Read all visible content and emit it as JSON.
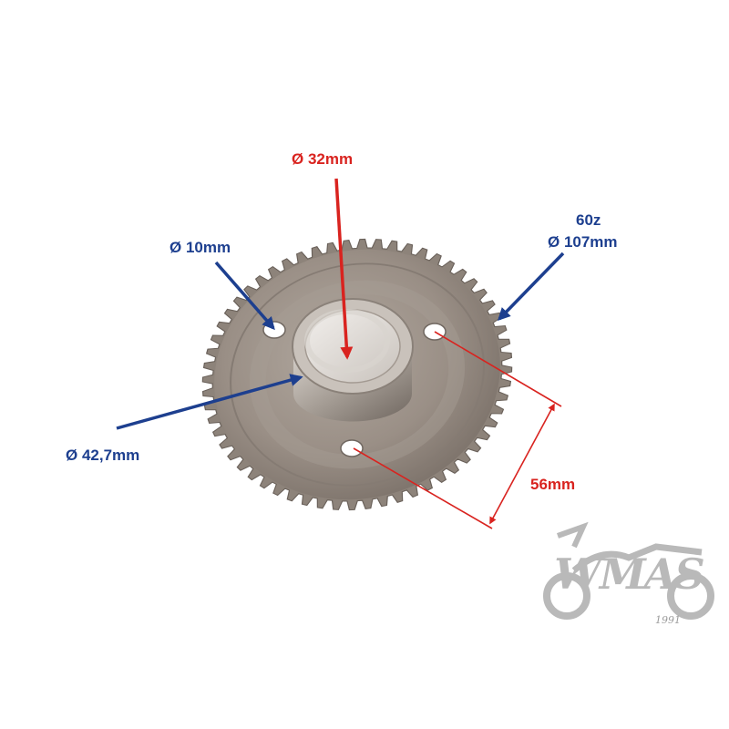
{
  "labels": {
    "bore_diameter": "Ø 32mm",
    "hole_diameter": "Ø 10mm",
    "teeth_count": "60z",
    "outer_diameter": "Ø 107mm",
    "hub_diameter": "Ø 42,7mm",
    "hole_spacing": "56mm"
  },
  "logo": {
    "wordmark": "WMAS",
    "year": "1991"
  },
  "colors": {
    "red_arrow": "#d9231f",
    "blue_arrow": "#1d3f8f",
    "gear_metal": "#9c928a",
    "logo_gray": "#b9b9b9"
  }
}
